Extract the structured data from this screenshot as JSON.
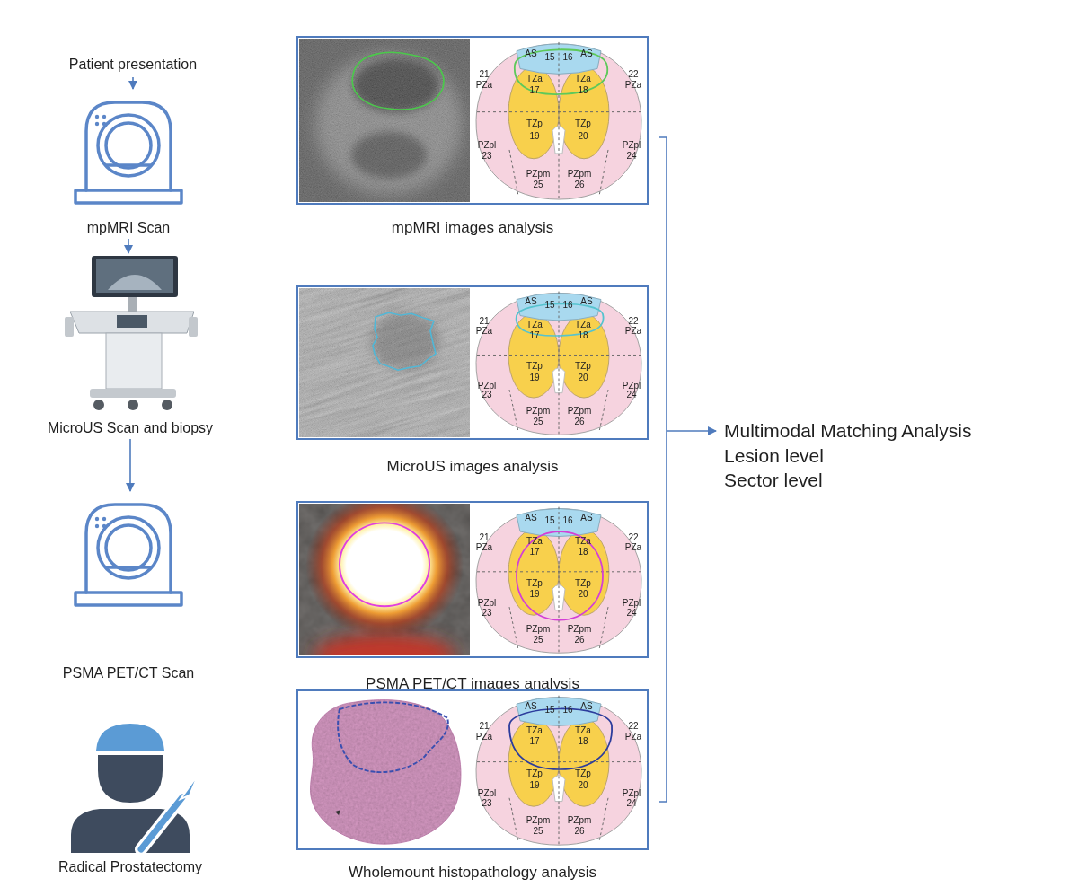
{
  "diagram": {
    "nodes": [
      {
        "text": [
          "Patient presentation"
        ]
      },
      {
        "text": [
          "mpMRI Scan"
        ]
      },
      {
        "text": [
          "MicroUS Scan and biopsy"
        ]
      },
      {
        "text": [
          "PSMA PET/CT Scan"
        ]
      },
      {
        "text": [
          "Radical Prostatectomy"
        ]
      },
      {
        "text": [
          "mpMRI images analysis"
        ]
      },
      {
        "text": [
          "MicroUS images analysis"
        ]
      },
      {
        "text": [
          "PSMA PET/CT images analysis"
        ]
      },
      {
        "text": [
          "Wholemount histopathology analysis"
        ]
      }
    ],
    "edges": [
      {
        "from": 0,
        "to": 1,
        "arrow": "to"
      },
      {
        "from": 1,
        "to": 2,
        "arrow": "to"
      },
      {
        "from": 2,
        "to": 3,
        "arrow": "to"
      }
    ],
    "labels": [
      "AS",
      "15",
      "16",
      "AS",
      "21",
      "PZa",
      "22",
      "PZa",
      "TZa",
      "17",
      "TZa",
      "18",
      "TZp",
      "19",
      "TZp",
      "20",
      "PZpl",
      "23",
      "PZpl",
      "24",
      "PZpm",
      "25",
      "PZpm",
      "26",
      "AS",
      "15",
      "16",
      "AS",
      "21",
      "PZa",
      "22",
      "PZa",
      "TZa",
      "17",
      "TZa",
      "18",
      "TZp",
      "19",
      "TZp",
      "20",
      "PZpl",
      "23",
      "PZpl",
      "24",
      "PZpm",
      "25",
      "PZpm",
      "26",
      "AS",
      "15",
      "16",
      "AS",
      "21",
      "PZa",
      "22",
      "PZa",
      "TZa",
      "17",
      "TZa",
      "18",
      "TZp",
      "19",
      "TZp",
      "20",
      "PZpl",
      "23",
      "PZpl",
      "24",
      "PZpm",
      "25",
      "PZpm",
      "26",
      "AS",
      "15",
      "16",
      "AS",
      "21",
      "PZa",
      "22",
      "PZa",
      "TZa",
      "17",
      "TZa",
      "18",
      "TZp",
      "19",
      "TZp",
      "20",
      "PZpl",
      "23",
      "PZpl",
      "24",
      "PZpm",
      "25",
      "PZpm",
      "26",
      "Multimodal Matching Analysis",
      "Lesion level",
      "Sector level"
    ]
  }
}
